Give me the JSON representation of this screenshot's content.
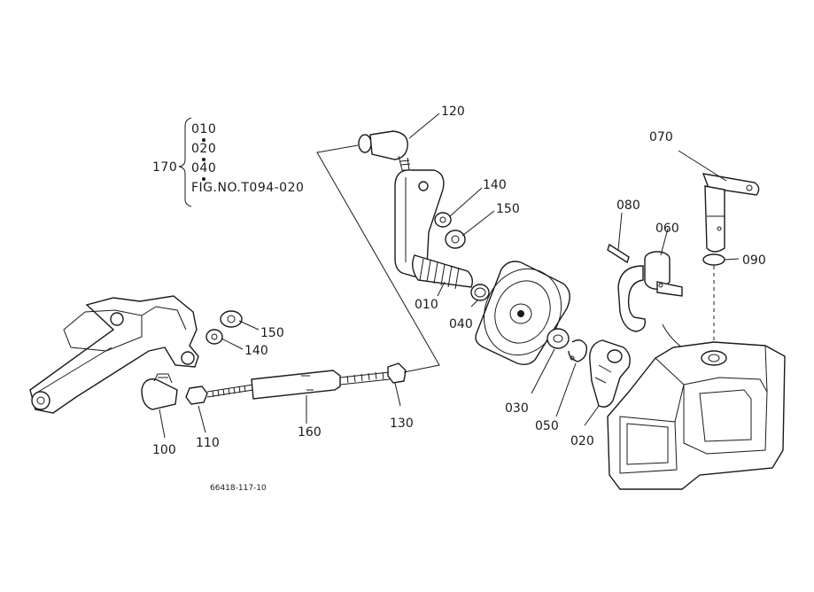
{
  "group": {
    "ref": "170",
    "items": [
      "010",
      "020",
      "040"
    ],
    "figure": "FIG.NO.T094-020"
  },
  "labels": {
    "p120": "120",
    "p140_a": "140",
    "p150_a": "150",
    "p010": "010",
    "p040": "040",
    "p080": "080",
    "p060": "060",
    "p070": "070",
    "p090": "090",
    "p150_b": "150",
    "p140_b": "140",
    "p030": "030",
    "p050": "050",
    "p020": "020",
    "p100": "100",
    "p110": "110",
    "p160": "160",
    "p130": "130"
  },
  "drawing_ref": "66418-117-10"
}
